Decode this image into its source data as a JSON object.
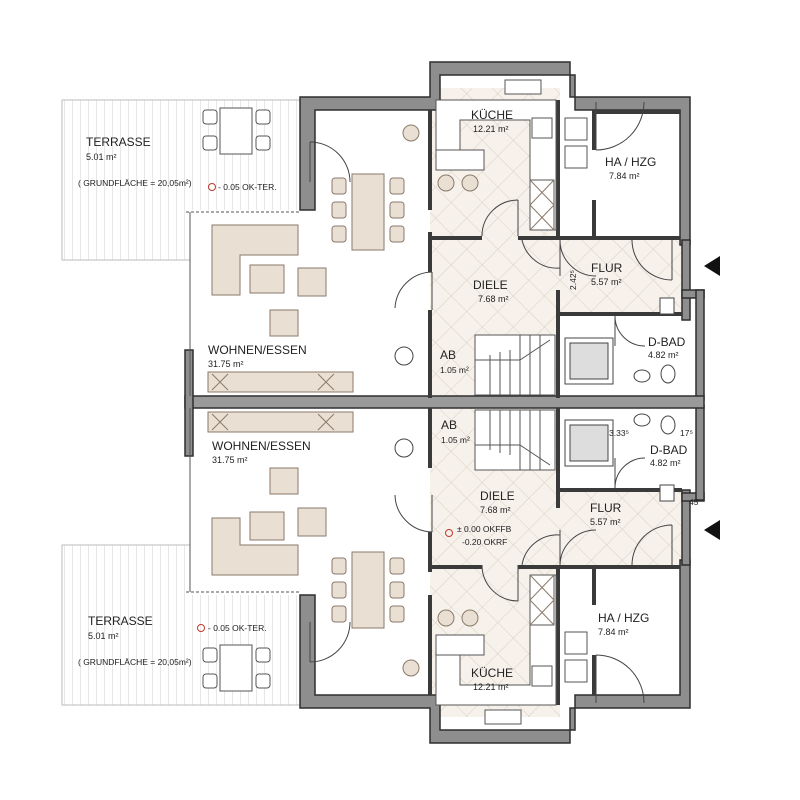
{
  "colors": {
    "wall": "#3a3a3a",
    "wall_fill": "#8c8c8c",
    "tile": "#f4efe8",
    "tile_line": "#d8cfc4",
    "furniture": "#e8ded2",
    "furniture_stroke": "#8a7a6a",
    "terrace_line": "#c9c9c9"
  },
  "units": {
    "upper": {
      "terrasse": {
        "name": "TERRASSE",
        "area": "5.01 m²",
        "grund": "( GRUNDFLÄCHE = 20,05m²)",
        "level": "- 0.05 OK-TER."
      },
      "wohnen": {
        "name": "WOHNEN/ESSEN",
        "area": "31.75 m²"
      },
      "kueche": {
        "name": "KÜCHE",
        "area": "12.21 m²"
      },
      "hzg": {
        "name": "HA / HZG",
        "area": "7.84 m²"
      },
      "diele": {
        "name": "DIELE",
        "area": "7.68 m²"
      },
      "flur": {
        "name": "FLUR",
        "area": "5.57 m²",
        "dim": "2.42⁵"
      },
      "bad": {
        "name": "D-BAD",
        "area": "4.82 m²"
      },
      "ab": {
        "name": "AB",
        "area": "1.05 m²"
      }
    },
    "lower": {
      "terrasse": {
        "name": "TERRASSE",
        "area": "5.01 m²",
        "grund": "( GRUNDFLÄCHE = 20,05m²)",
        "level": "- 0.05 OK-TER."
      },
      "wohnen": {
        "name": "WOHNEN/ESSEN",
        "area": "31.75 m²"
      },
      "kueche": {
        "name": "KÜCHE",
        "area": "12.21 m²"
      },
      "hzg": {
        "name": "HA / HZG",
        "area": "7.84 m²"
      },
      "diele": {
        "name": "DIELE",
        "area": "7.68 m²"
      },
      "flur": {
        "name": "FLUR",
        "area": "5.57 m²"
      },
      "bad": {
        "name": "D-BAD",
        "area": "4.82 m²"
      },
      "ab": {
        "name": "AB",
        "area": "1.05 m²"
      },
      "okffb": "± 0.00 OKFFB",
      "okrf": "-0.20 OKRF"
    }
  },
  "dimensions": {
    "d333": "3.33⁵",
    "d17": "17⁵",
    "d45": "45"
  }
}
